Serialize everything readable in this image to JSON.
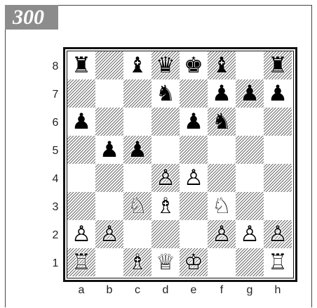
{
  "puzzle": {
    "number": "300"
  },
  "board": {
    "files": [
      "a",
      "b",
      "c",
      "d",
      "e",
      "f",
      "g",
      "h"
    ],
    "ranks": [
      "8",
      "7",
      "6",
      "5",
      "4",
      "3",
      "2",
      "1"
    ],
    "squares": [
      [
        "r",
        "",
        "b",
        "q",
        "k",
        "b",
        "",
        "r"
      ],
      [
        "",
        "",
        "",
        "n",
        "",
        "p",
        "p",
        "p"
      ],
      [
        "p",
        "",
        "",
        "",
        "p",
        "n",
        "",
        ""
      ],
      [
        "",
        "p",
        "p",
        "",
        "",
        "",
        "",
        ""
      ],
      [
        "",
        "",
        "",
        "P",
        "P",
        "",
        "",
        ""
      ],
      [
        "",
        "",
        "N",
        "B",
        "",
        "N",
        "",
        ""
      ],
      [
        "P",
        "P",
        "",
        "",
        "",
        "P",
        "P",
        "P"
      ],
      [
        "R",
        "",
        "B",
        "Q",
        "K",
        "",
        "",
        "R"
      ]
    ]
  },
  "piece_glyphs": {
    "K": "♔",
    "Q": "♕",
    "R": "♖",
    "B": "♗",
    "N": "♘",
    "P": "♙",
    "k": "♚",
    "q": "♛",
    "r": "♜",
    "b": "♝",
    "n": "♞",
    "p": "♟"
  },
  "piece_names": {
    "K": "white-king-icon",
    "Q": "white-queen-icon",
    "R": "white-rook-icon",
    "B": "white-bishop-icon",
    "N": "white-knight-icon",
    "P": "white-pawn-icon",
    "k": "black-king-icon",
    "q": "black-queen-icon",
    "r": "black-rook-icon",
    "b": "black-bishop-icon",
    "n": "black-knight-icon",
    "p": "black-pawn-icon"
  }
}
